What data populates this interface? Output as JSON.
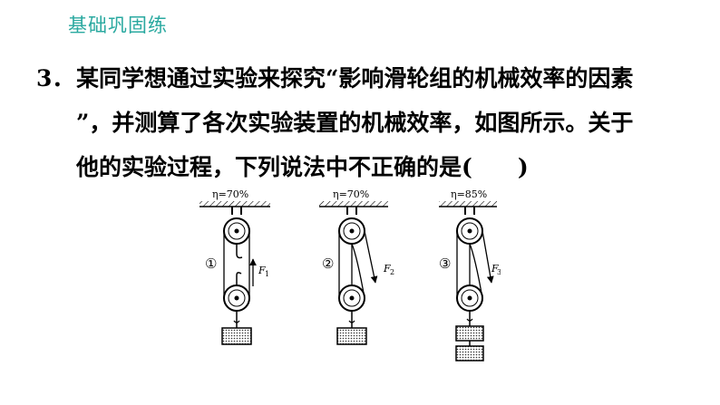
{
  "header": {
    "section_title": "基础巩固练"
  },
  "question": {
    "number": "3．",
    "line1": "某同学想通过实验来探究“影响滑轮组的机械效率的因素",
    "line2": "”，并测算了各次实验装置的机械效率，如图所示。关于",
    "line3": "他的实验过程，下列说法中不正确的是(　　)"
  },
  "figure": {
    "setups": [
      {
        "efficiency": "η=70%",
        "label": "①",
        "force": "F",
        "force_sub": "1"
      },
      {
        "efficiency": "η=70%",
        "label": "②",
        "force": "F",
        "force_sub": "2"
      },
      {
        "efficiency": "η=85%",
        "label": "③",
        "force": "F",
        "force_sub": "3"
      }
    ]
  }
}
